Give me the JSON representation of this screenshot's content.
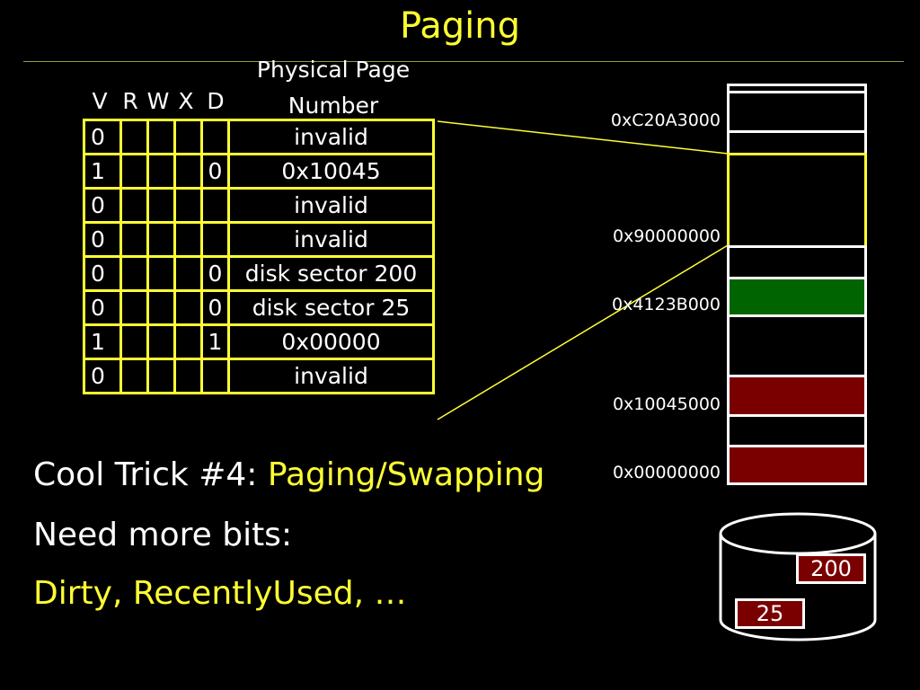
{
  "title": "Paging",
  "table": {
    "header": {
      "v": "V",
      "r": "R",
      "w": "W",
      "x": "X",
      "d": "D",
      "ppn_line1": "Physical Page",
      "ppn_line2": "Number"
    },
    "rows": [
      {
        "v": "0",
        "r": "",
        "w": "",
        "x": "",
        "d": "",
        "ppn": "invalid"
      },
      {
        "v": "1",
        "r": "",
        "w": "",
        "x": "",
        "d": "0",
        "ppn": "0x10045"
      },
      {
        "v": "0",
        "r": "",
        "w": "",
        "x": "",
        "d": "",
        "ppn": "invalid"
      },
      {
        "v": "0",
        "r": "",
        "w": "",
        "x": "",
        "d": "",
        "ppn": "invalid"
      },
      {
        "v": "0",
        "r": "",
        "w": "",
        "x": "",
        "d": "0",
        "ppn": "disk sector 200"
      },
      {
        "v": "0",
        "r": "",
        "w": "",
        "x": "",
        "d": "0",
        "ppn": "disk sector 25"
      },
      {
        "v": "1",
        "r": "",
        "w": "",
        "x": "",
        "d": "1",
        "ppn": "0x00000"
      },
      {
        "v": "0",
        "r": "",
        "w": "",
        "x": "",
        "d": "",
        "ppn": "invalid"
      }
    ]
  },
  "memory": {
    "addresses": [
      "0xC20A3000",
      "0x90000000",
      "0x4123B000",
      "0x10045000",
      "0x00000000"
    ],
    "colors": {
      "green": "#006400",
      "red": "#7a0000",
      "highlight": "#ffff33"
    }
  },
  "bullets": {
    "line1_prefix": "Cool Trick #4: ",
    "line1_highlight": "Paging/Swapping",
    "line2": "Need more bits:",
    "line3": "Dirty, RecentlyUsed, …"
  },
  "disk": {
    "sector_a": "200",
    "sector_b": "25"
  }
}
